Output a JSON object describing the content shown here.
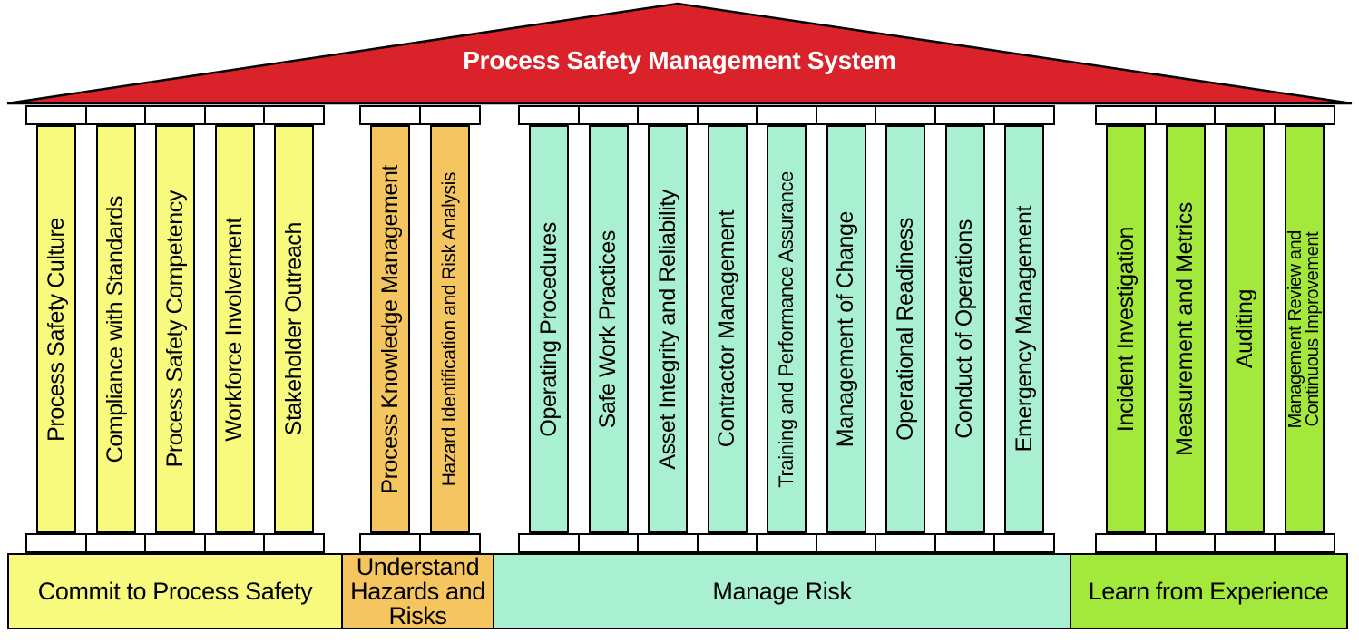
{
  "title": "Process Safety Management System",
  "colors": {
    "roof": "#D92229",
    "commit": "#F8FA7E",
    "understand": "#F5C55F",
    "manage": "#A8F0D1",
    "learn": "#A3E93C"
  },
  "groups": [
    {
      "label": "Commit to Process Safety",
      "pillars": [
        "Process Safety Culture",
        "Compliance with Standards",
        "Process Safety Competency",
        "Workforce Involvement",
        "Stakeholder Outreach"
      ]
    },
    {
      "label": "Understand Hazards and Risks",
      "pillars": [
        "Process Knowledge Management",
        "Hazard Identification and Risk Analysis"
      ]
    },
    {
      "label": "Manage Risk",
      "pillars": [
        "Operating Procedures",
        "Safe Work Practices",
        "Asset Integrity and Reliability",
        "Contractor Management",
        "Training and Performance Assurance",
        "Management of Change",
        "Operational Readiness",
        "Conduct of Operations",
        "Emergency Management"
      ]
    },
    {
      "label": "Learn from Experience",
      "pillars": [
        "Incident Investigation",
        "Measurement and Metrics",
        "Auditing",
        "Management Review and\nContinuous Improvement"
      ]
    }
  ]
}
